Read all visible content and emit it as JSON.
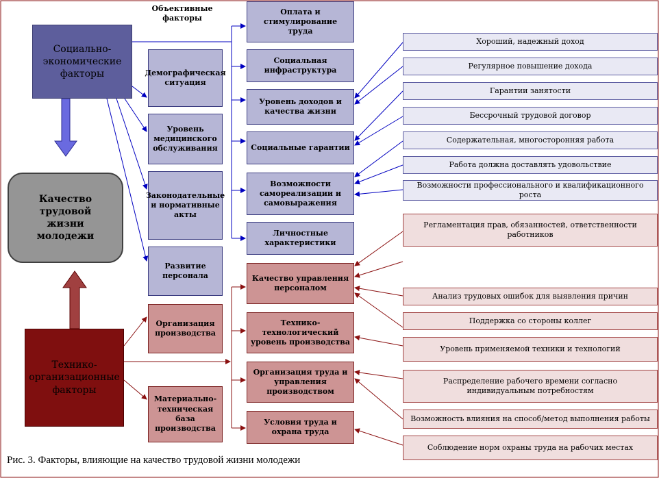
{
  "objective_label": "Объективные факторы",
  "main": {
    "socio_economic": "Социально-экономические факторы",
    "quality": "Качество трудовой жизни молодежи",
    "technical": "Технико-организационные факторы"
  },
  "blue_left": [
    "Демографическая ситуация",
    "Уровень медицинского обслуживания",
    "Законодательные и нормативные акты",
    "Развитие персонала"
  ],
  "red_left": [
    "Организация производства",
    "Материально-техническая база производства"
  ],
  "blue_mid": [
    "Оплата и стимулирование труда",
    "Социальная инфраструктура",
    "Уровень доходов и качества жизни",
    "Социальные гарантии",
    "Возможности самореализации и самовыражения",
    "Личностные характеристики"
  ],
  "red_mid": [
    "Качество управления персоналом",
    "Технико-технологический уровень производства",
    "Организация труда и управления производством",
    "Условия труда и охрана труда"
  ],
  "blue_right": [
    "Хороший, надежный доход",
    "Регулярное повышение дохода",
    "Гарантии занятости",
    "Бессрочный трудовой договор",
    "Содержательная, многосторонняя работа",
    "Работа должна доставлять удовольствие",
    "Возможности профессионального и квалификационного роста"
  ],
  "red_right": [
    "Регламентация прав, обязанностей, ответственности работников",
    "Анализ трудовых ошибок для выявления причин",
    "Поддержка со стороны коллег",
    "Уровень применяемой техники и технологий",
    "Распределение рабочего времени согласно индивидуальным потребностям",
    "Возможность влияния на способ/метод выполнения работы",
    "Соблюдение норм охраны труда на рабочих местах"
  ],
  "caption": "Рис. 3. Факторы, влияющие на качество трудовой жизни молодежи",
  "colors": {
    "blue_line": "#0000c0",
    "red_line": "#8a1010"
  }
}
